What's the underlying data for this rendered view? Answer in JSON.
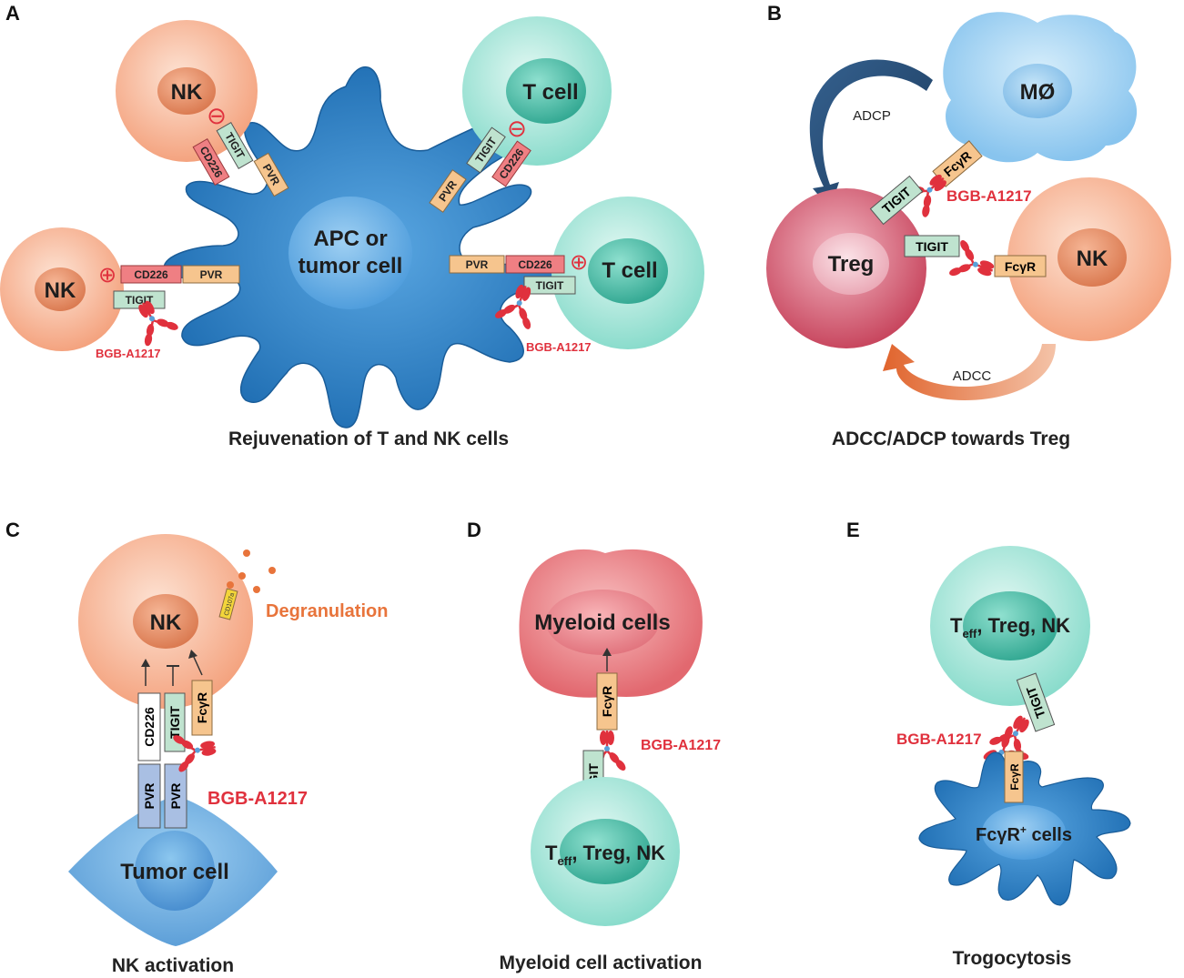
{
  "colors": {
    "nk_outer": "#f7b596",
    "nk_inner": "#e98b62",
    "t_outer": "#9fe3d6",
    "t_inner": "#3fb6a0",
    "apc": "#2d7fc4",
    "treg_outer": "#d35d72",
    "treg_inner": "#f0b8c2",
    "macrophage": "#9ccff1",
    "myeloid": "#e97b81",
    "cd226": "#ef7f83",
    "pvr": "#f6c58e",
    "tigit": "#bfe3cf",
    "fcyr": "#f6c58e",
    "antibody": "#e0313d",
    "adcp_arrow": "#22476f",
    "adcc_arrow": "#e06b35",
    "degranulation": "#e8743b"
  },
  "panels": {
    "a": {
      "letter": "A",
      "caption": "Rejuvenation of T and NK cells",
      "apc_label_1": "APC or",
      "apc_label_2": "tumor cell",
      "nk_top": "NK",
      "nk_left": "NK",
      "t_top": "T cell",
      "t_right": "T cell",
      "antibody_left": "BGB-A1217",
      "antibody_right": "BGB-A1217",
      "receptors": {
        "tigit": "TIGIT",
        "cd226": "CD226",
        "pvr": "PVR"
      },
      "inhibit_sign": "⊖",
      "activate_sign": "⊕"
    },
    "b": {
      "letter": "B",
      "caption": "ADCC/ADCP towards Treg",
      "macrophage": "MØ",
      "treg": "Treg",
      "nk": "NK",
      "adcp": "ADCP",
      "adcc": "ADCC",
      "fcyr": "FcγR",
      "tigit": "TIGIT",
      "antibody": "BGB-A1217"
    },
    "c": {
      "letter": "C",
      "caption": "NK activation",
      "nk": "NK",
      "degranulation": "Degranulation",
      "cd107a": "CD107a",
      "cd226": "CD226",
      "tigit": "TIGIT",
      "fcyr": "FcγR",
      "pvr": "PVR",
      "antibody": "BGB-A1217",
      "tumor": "Tumor cell"
    },
    "d": {
      "letter": "D",
      "caption": "Myeloid cell activation",
      "myeloid": "Myeloid cells",
      "fcyr": "FcγR",
      "tigit": "TIGIT",
      "antibody": "BGB-A1217",
      "cell_main": "T",
      "cell_sub": "eff",
      "cell_rest": ", Treg, NK"
    },
    "e": {
      "letter": "E",
      "caption": "Trogocytosis",
      "cell_main": "T",
      "cell_sub": "eff",
      "cell_rest": ", Treg, NK",
      "tigit": "TIGIT",
      "antibody": "BGB-A1217",
      "fcyr": "FcγR",
      "fcyr_cells": "FcγR",
      "fcyr_cells_sup": "+",
      "fcyr_cells_rest": " cells"
    }
  }
}
